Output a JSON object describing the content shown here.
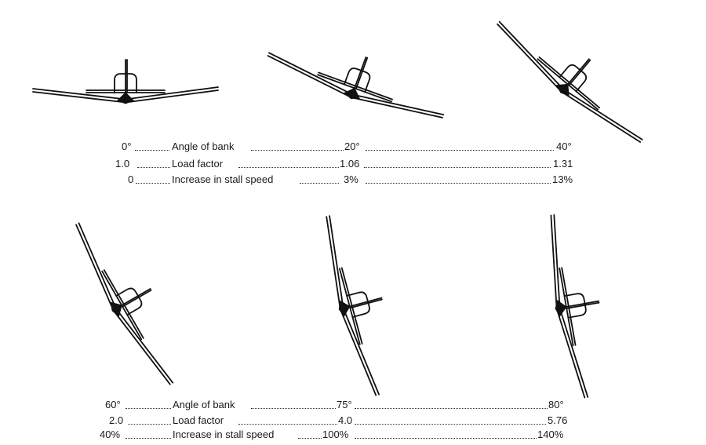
{
  "aircraft_views": [
    {
      "bank_deg": 0
    },
    {
      "bank_deg": 20
    },
    {
      "bank_deg": 40
    },
    {
      "bank_deg": 60
    },
    {
      "bank_deg": 75
    },
    {
      "bank_deg": 80
    }
  ],
  "table_top": {
    "angle_row": {
      "v1": "0°",
      "label": "Angle of bank",
      "v2": "20°",
      "v3": "40°"
    },
    "load_row": {
      "v1": "1.0",
      "label": "Load factor",
      "v2": "1.06",
      "v3": "1.31"
    },
    "stall_row": {
      "v1": "0",
      "label": "Increase in stall speed",
      "v2": "3%",
      "v3": "13%"
    }
  },
  "table_bottom": {
    "angle_row": {
      "v1": "60°",
      "label": "Angle of bank",
      "v2": "75°",
      "v3": "80°"
    },
    "load_row": {
      "v1": "2.0",
      "label": "Load factor",
      "v2": "4.0",
      "v3": "5.76"
    },
    "stall_row": {
      "v1": "40%",
      "label": "Increase in stall speed",
      "v2": "100%",
      "v3": "140%"
    }
  }
}
